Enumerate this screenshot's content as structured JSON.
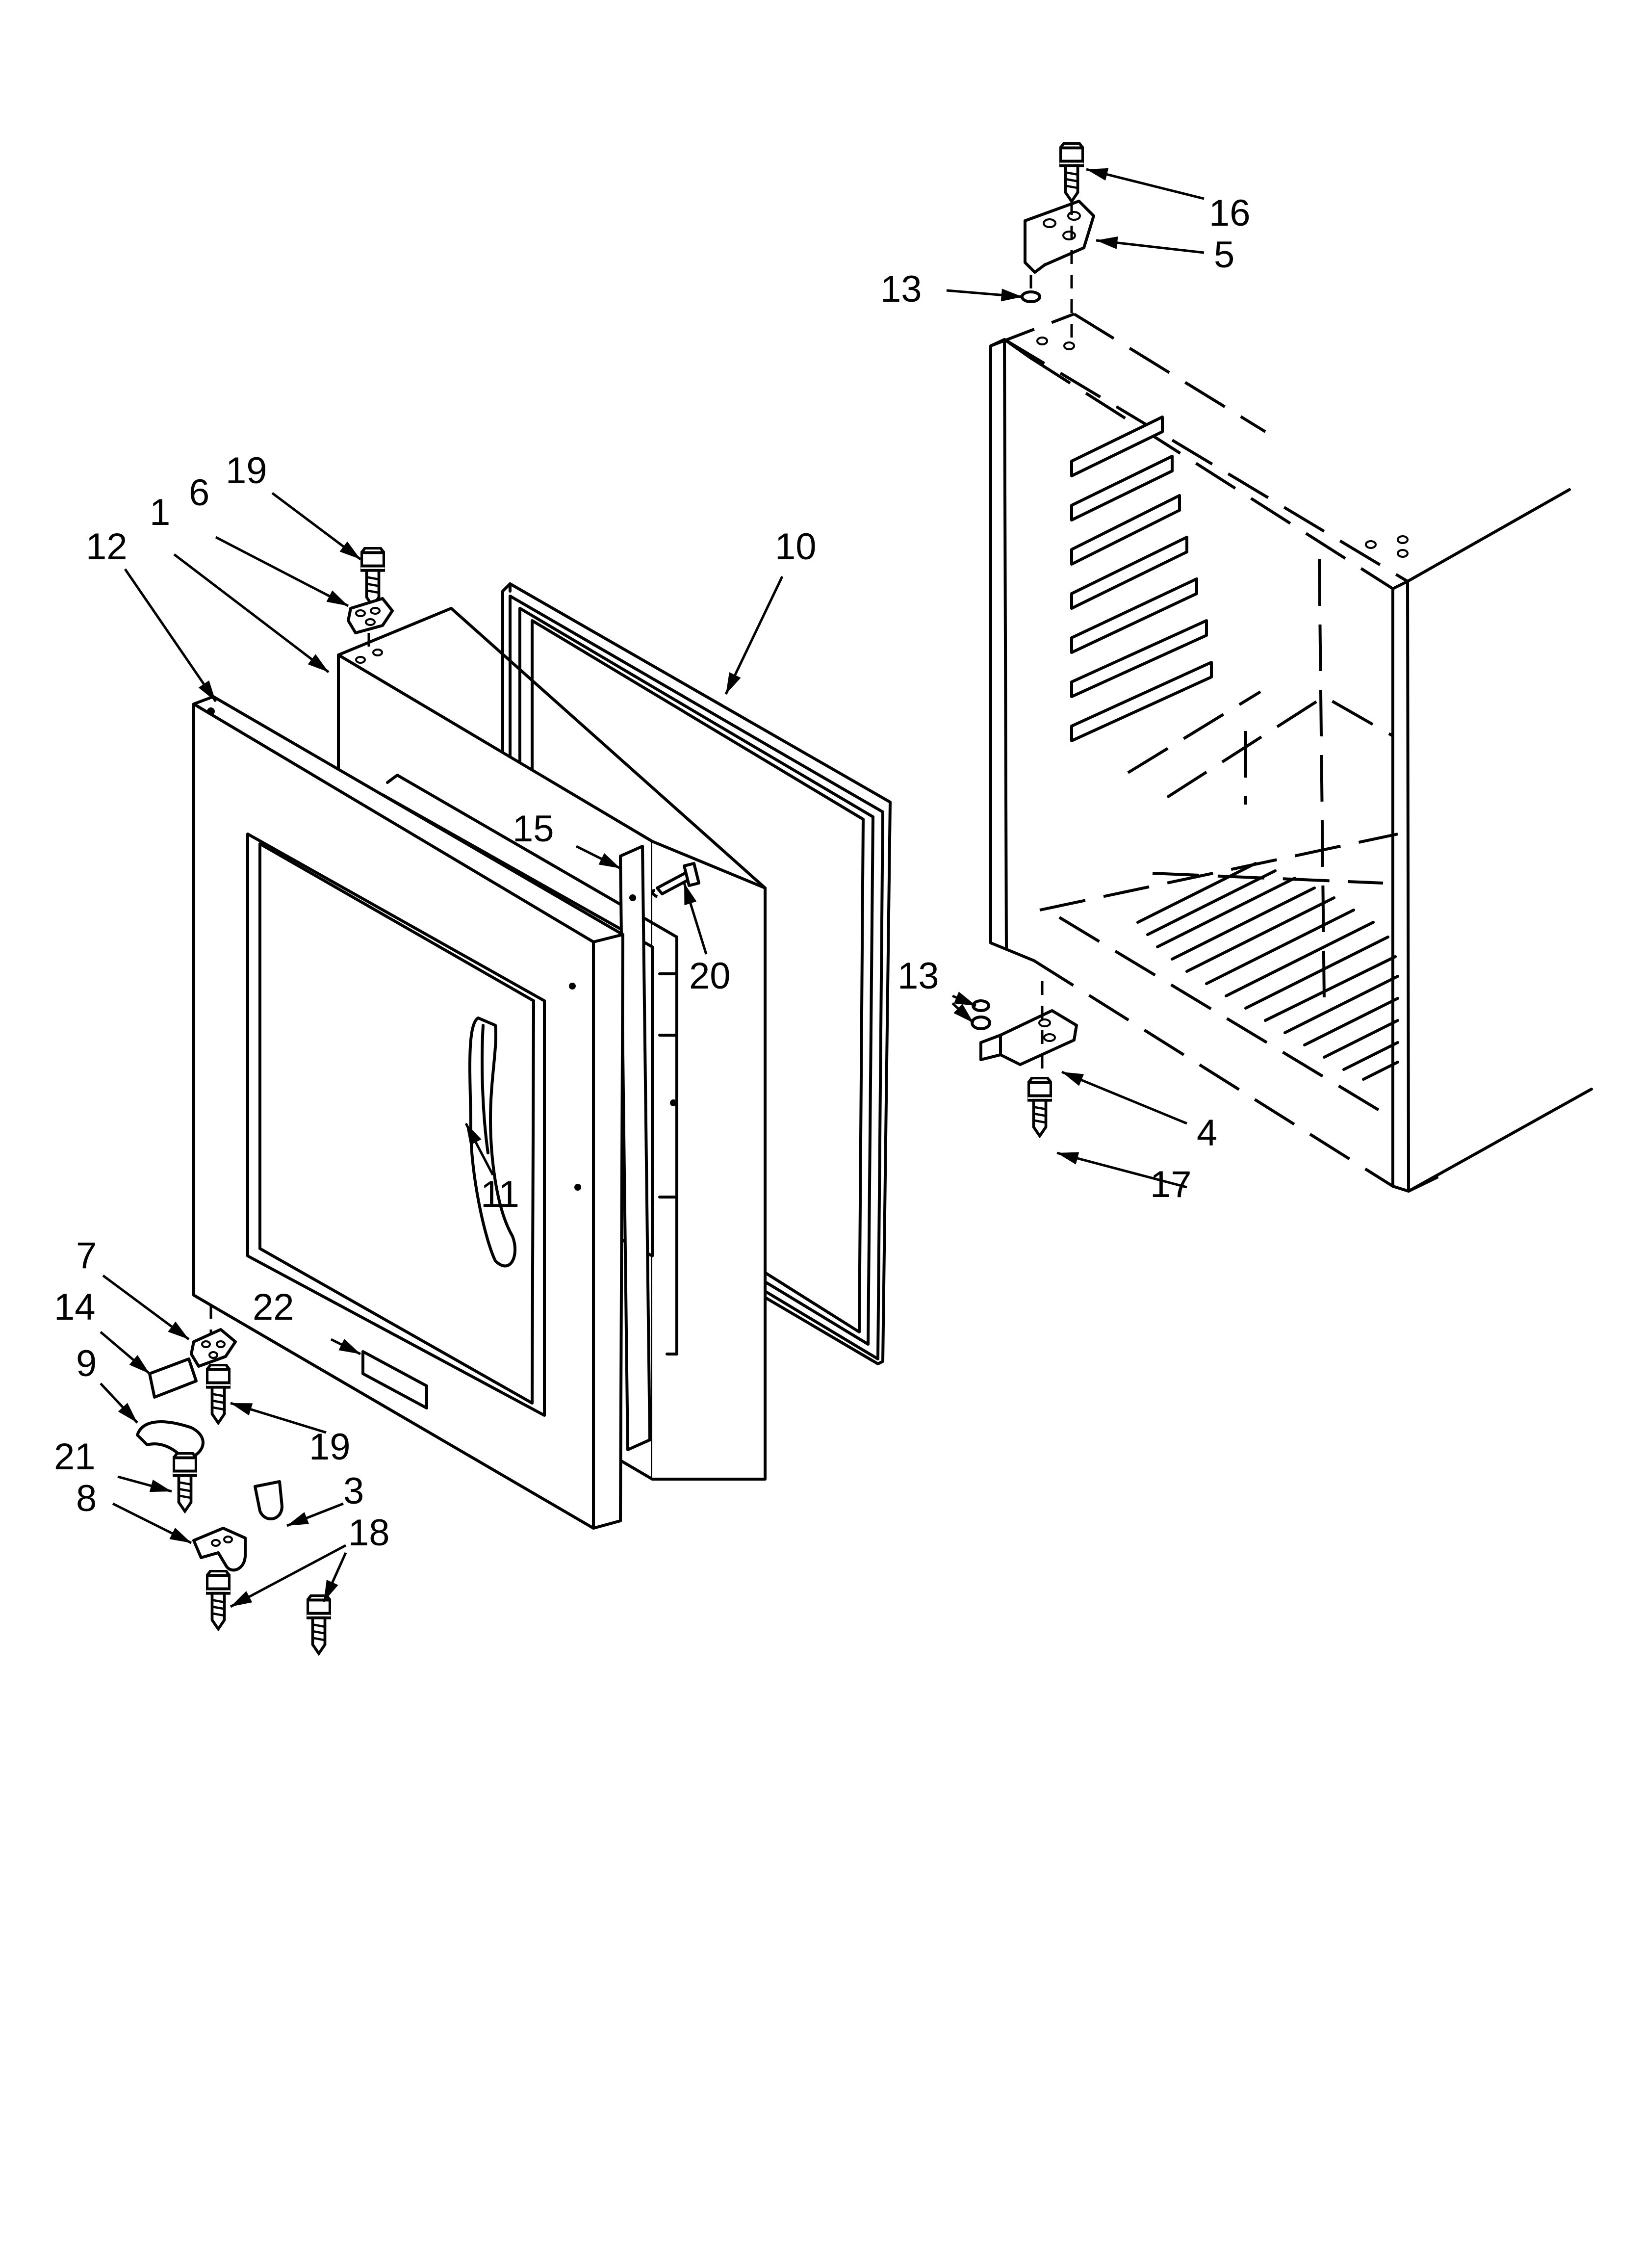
{
  "callouts": [
    {
      "id": "c1",
      "text": "1"
    },
    {
      "id": "c3",
      "text": "3"
    },
    {
      "id": "c4",
      "text": "4"
    },
    {
      "id": "c5",
      "text": "5"
    },
    {
      "id": "c6",
      "text": "6"
    },
    {
      "id": "c7",
      "text": "7"
    },
    {
      "id": "c8",
      "text": "8"
    },
    {
      "id": "c9",
      "text": "9"
    },
    {
      "id": "c10",
      "text": "10"
    },
    {
      "id": "c11",
      "text": "11"
    },
    {
      "id": "c12",
      "text": "12"
    },
    {
      "id": "c13a",
      "text": "13"
    },
    {
      "id": "c13b",
      "text": "13"
    },
    {
      "id": "c14",
      "text": "14"
    },
    {
      "id": "c15",
      "text": "15"
    },
    {
      "id": "c16",
      "text": "16"
    },
    {
      "id": "c17",
      "text": "17"
    },
    {
      "id": "c18",
      "text": "18"
    },
    {
      "id": "c19a",
      "text": "19"
    },
    {
      "id": "c19b",
      "text": "19"
    },
    {
      "id": "c20",
      "text": "20"
    },
    {
      "id": "c21",
      "text": "21"
    },
    {
      "id": "c22",
      "text": "22"
    }
  ]
}
